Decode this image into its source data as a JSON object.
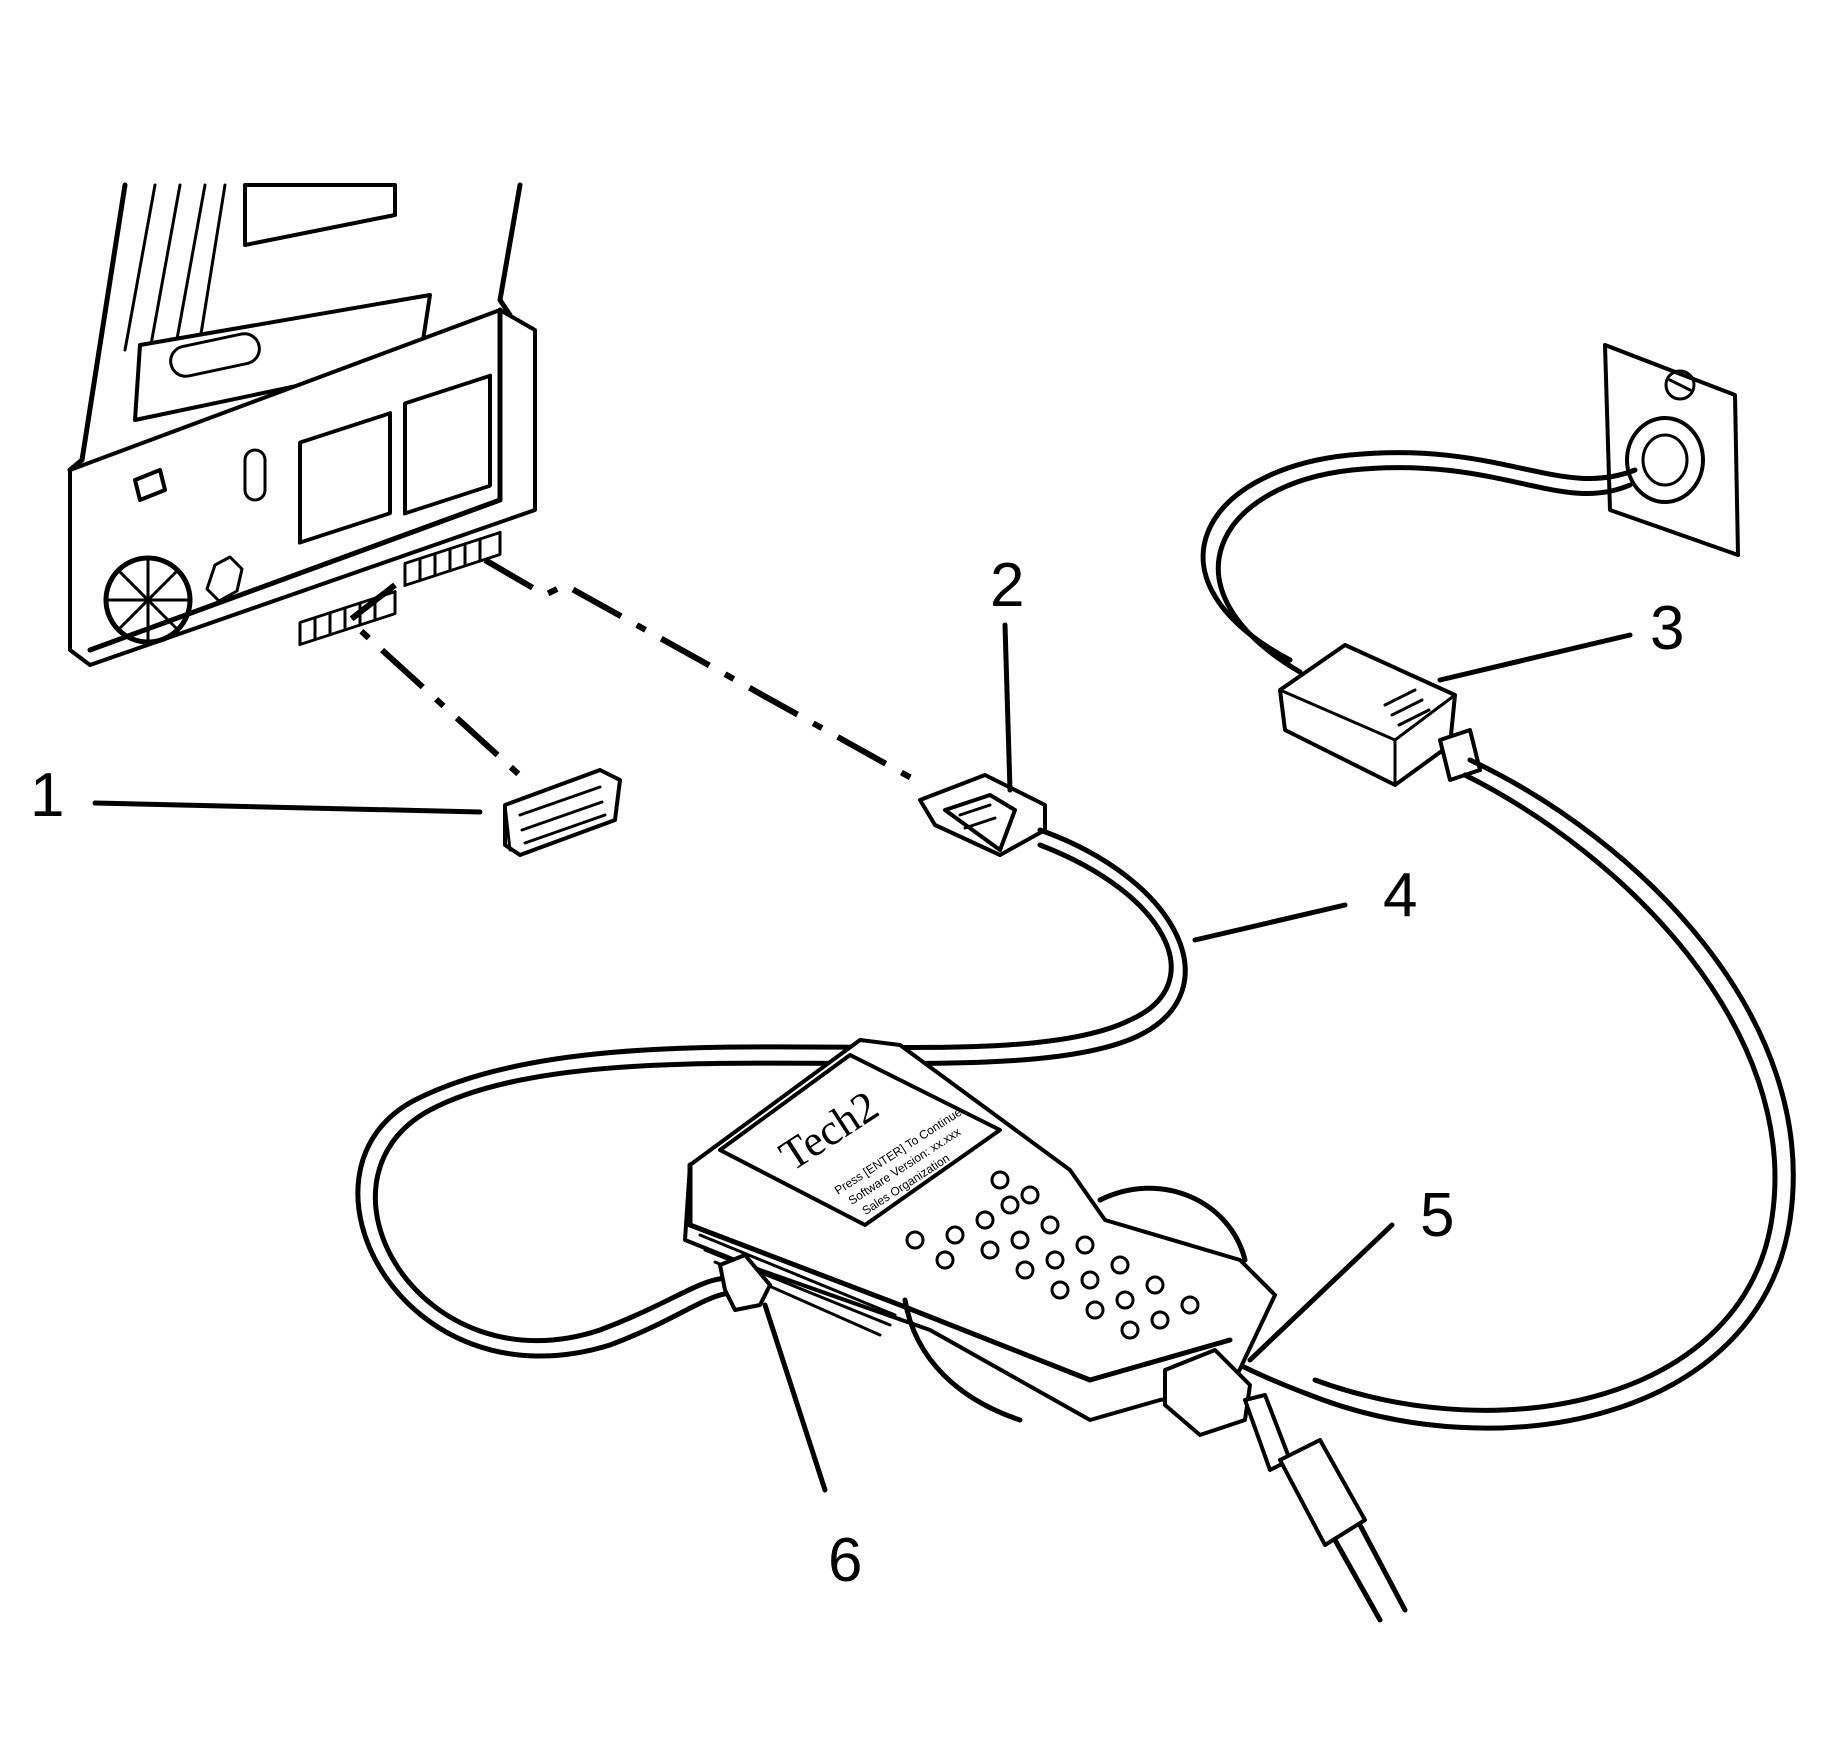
{
  "callouts": [
    "1",
    "2",
    "3",
    "4",
    "5",
    "6"
  ],
  "device": {
    "brand": "Tech2",
    "screen_lines": [
      "Press [ENTER] To Continue",
      "Software Version: xx.xxx",
      "Sales Organization"
    ]
  }
}
